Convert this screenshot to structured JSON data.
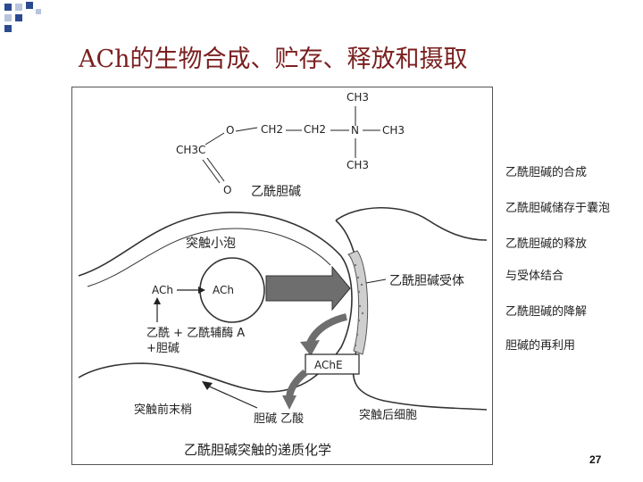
{
  "slide": {
    "title": "ACh的生物合成、贮存、释放和摄取",
    "page_number": "27",
    "colors": {
      "title": "#7a1f1f",
      "decor_blue": "#2b4a8f",
      "decor_light": "#b9c4dd"
    }
  },
  "steps": [
    "乙酰胆碱的合成",
    "乙酰胆碱储存于囊泡",
    "乙酰胆碱的释放",
    "与受体结合",
    "乙酰胆碱的降解",
    "胆碱的再利用"
  ],
  "figure": {
    "molecule": {
      "ch3_top": "CH3",
      "o_ester": "O",
      "ch2_a": "CH2",
      "ch2_b": "CH2",
      "n": "N",
      "ch3_right": "CH3",
      "ch3_bottom": "CH3",
      "acetyl_ch3c": "CH3C",
      "o_carbonyl": "O",
      "name": "乙酰胆碱"
    },
    "labels": {
      "vesicle": "突触小泡",
      "receptor": "乙酰胆碱受体",
      "ach_out": "ACh",
      "ach_in": "ACh",
      "synthesis_1": "乙酰 + 乙酰辅酶 A",
      "synthesis_2": "+胆碱",
      "ache": "AChE",
      "presynaptic": "突触前末梢",
      "products": "胆碱  乙酸",
      "postsynaptic": "突触后细胞",
      "caption": "乙酰胆碱突触的递质化学"
    }
  }
}
